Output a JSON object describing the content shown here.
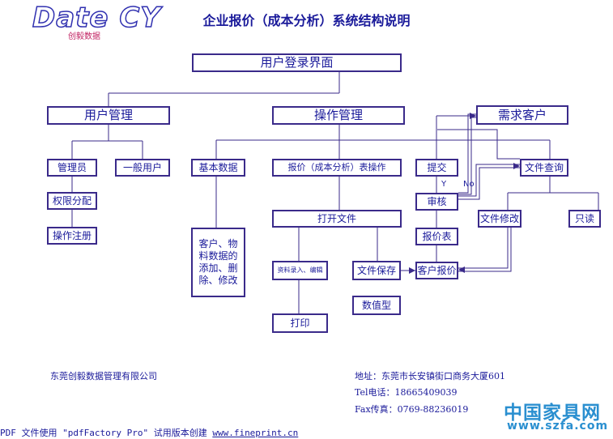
{
  "logo": {
    "text": "Date CY",
    "subtitle": "创毅数据"
  },
  "title": "企业报价（成本分析）系统结构说明",
  "nodes": {
    "login": "用户登录界面",
    "user_mgmt": "用户管理",
    "op_mgmt": "操作管理",
    "demand_customer": "需求客户",
    "admin": "管理员",
    "normal_user": "一般用户",
    "permission": "权限分配",
    "op_register": "操作注册",
    "basic_data": "基本数据",
    "basic_data_desc": "客户、物料数据的添加、删除、修改",
    "quote_ops": "报价（成本分析）表操作",
    "open_file": "打开文件",
    "data_entry": "资料录入、编辑",
    "save_file": "文件保存",
    "print": "打印",
    "numeric": "数值型",
    "submit": "提交",
    "review": "审核",
    "quote_table": "报价表",
    "customer_quote": "客户报价",
    "file_query": "文件查询",
    "file_modify": "文件修改",
    "read_only": "只读"
  },
  "edge_labels": {
    "yes": "Y",
    "no": "No"
  },
  "footer": {
    "company": "东莞创毅数据管理有限公司",
    "address": "地址：东莞市长安镇街口商务大厦601",
    "tel": "Tel电话：18665409039",
    "fax": "Fax传真：0769-88236019"
  },
  "pdf_note": {
    "text": "PDF 文件使用 \"pdfFactory Pro\" 试用版本创建 ",
    "link": "www.fineprint.cn"
  },
  "watermark": {
    "brand": "中国家具网",
    "url": "www.szfa.com"
  },
  "colors": {
    "line": "#3a2a8a",
    "text": "#1a1a9a",
    "watermark": "#2a8fd0"
  }
}
